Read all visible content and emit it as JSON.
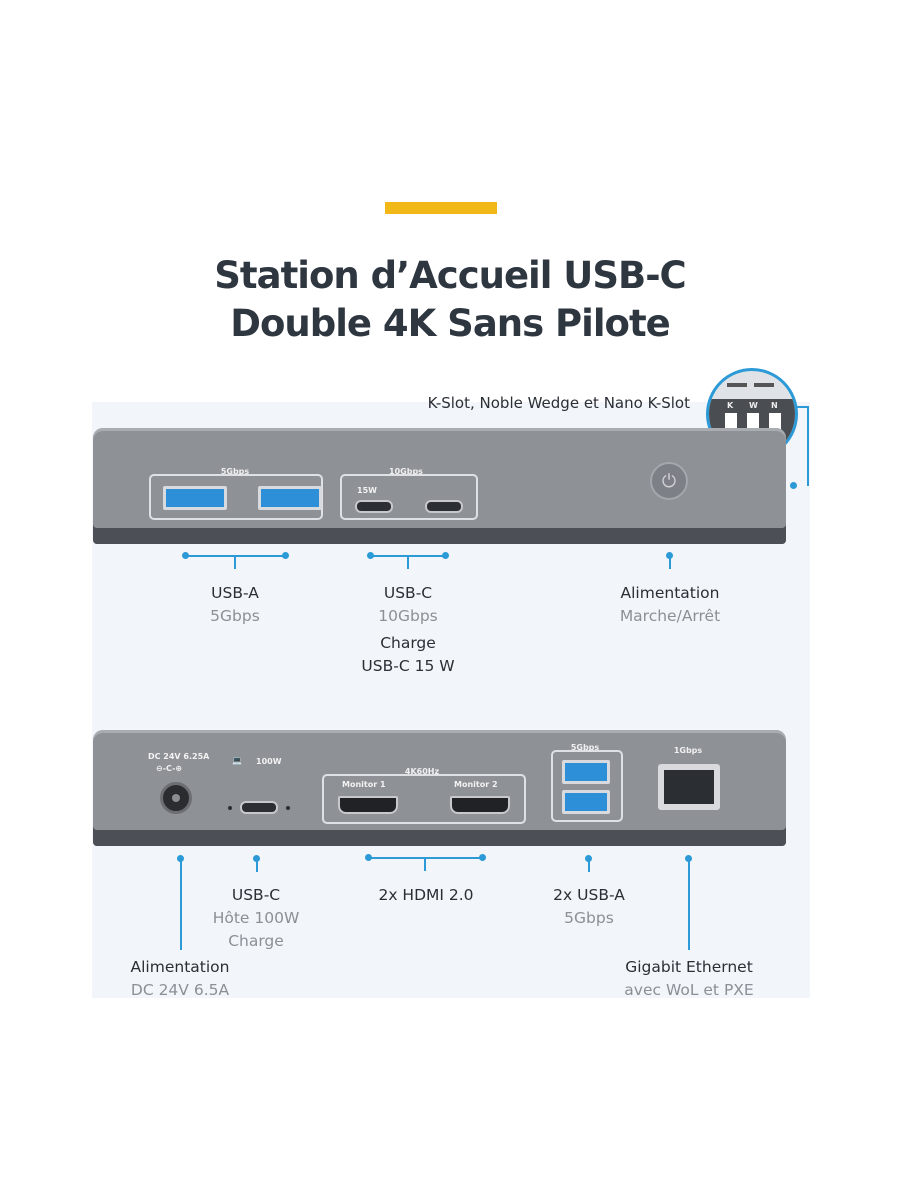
{
  "title": {
    "line1": "Station d’Accueil USB-C",
    "line2": "Double 4K Sans Pilote"
  },
  "colors": {
    "accent": "#f2b817",
    "callout": "#2c9ad6",
    "usb_blue": "#2d8fd8",
    "device": "#8e9196"
  },
  "front_panel": {
    "group_usb_a": "5Gbps",
    "group_usb_c": "10Gbps",
    "usb_c_15w_mark": "15W",
    "kslot_label": "K-Slot, Noble Wedge et Nano K-Slot",
    "kslot_letters": [
      "K",
      "W",
      "N"
    ],
    "icon_power": "power-icon"
  },
  "back_panel": {
    "dc_mark": "DC 24V 6.25A",
    "dc_symbol": "⊖-C-⊕",
    "usb_c_mark": "100W",
    "hdmi_group": "4K60Hz",
    "monitor1": "Monitor 1",
    "monitor2": "Monitor 2",
    "usb_group": "5Gbps",
    "eth_group": "1Gbps"
  },
  "labels": {
    "usb_a": {
      "main": "USB-A",
      "sub": "5Gbps"
    },
    "usb_c": {
      "main": "USB-C",
      "sub": "10Gbps",
      "charge1": "Charge",
      "charge2": "USB-C 15 W"
    },
    "power": {
      "main": "Alimentation",
      "sub": "Marche/Arrêt"
    },
    "host_usb_c": {
      "main": "USB-C",
      "sub1": "Hôte 100W",
      "sub2": "Charge"
    },
    "hdmi": {
      "main": "2x HDMI 2.0"
    },
    "back_usb_a": {
      "main": "2x USB-A",
      "sub": "5Gbps"
    },
    "dc_power": {
      "main": "Alimentation",
      "sub": "DC 24V 6.5A"
    },
    "ethernet": {
      "main": "Gigabit Ethernet",
      "sub": "avec WoL et PXE"
    }
  }
}
